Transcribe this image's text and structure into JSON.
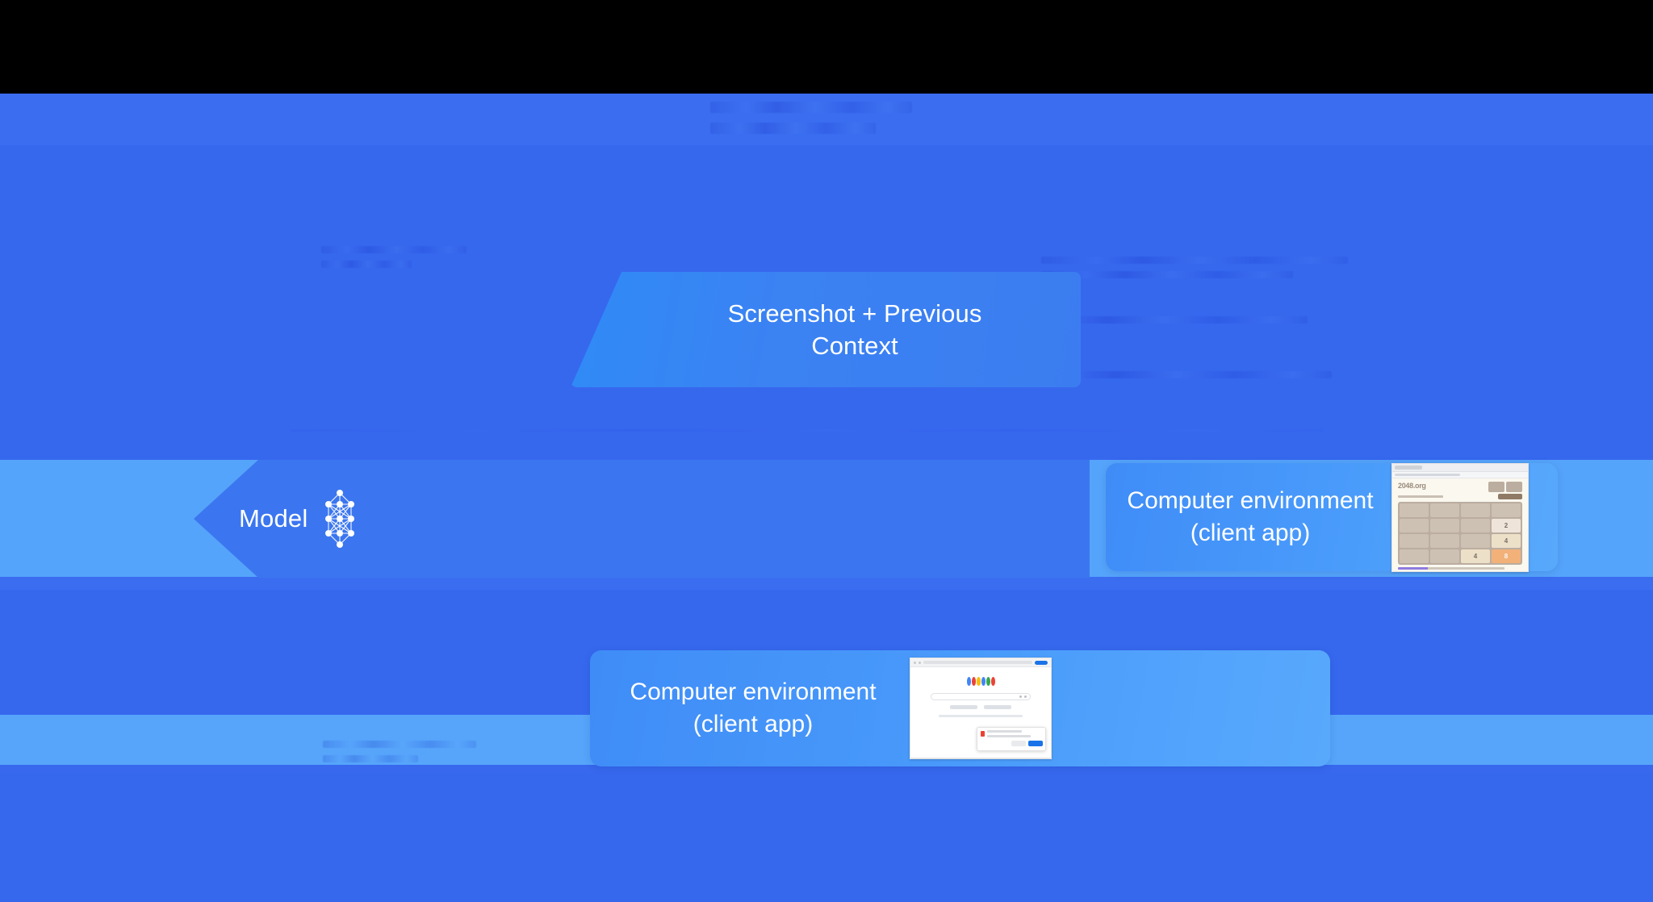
{
  "diagram": {
    "title_redacted": "[obscured heading]",
    "nodes": {
      "screenshot_context": {
        "label": "Screenshot + Previous\nContext",
        "shape": "banner-arrow",
        "color": "#3b82f3"
      },
      "model": {
        "label": "Model",
        "icon": "neural-network-icon",
        "shape": "left-pointing-arrow",
        "color": "#3b76f0"
      },
      "env_top": {
        "label": "Computer environment\n(client app)",
        "thumbnail": "2048-game-screenshot",
        "color": "#4a9cfb"
      },
      "env_bottom": {
        "label": "Computer environment\n(client app)",
        "thumbnail": "google-search-screenshot",
        "color": "#4a9cfb"
      }
    },
    "obscured_labels": [
      "[redacted text]",
      "[redacted text]",
      "[redacted text]",
      "[redacted text]",
      "[redacted text]",
      "[redacted text]"
    ],
    "colors": {
      "background_dark_blue": "#3668ee",
      "background_light_blue": "#55a4fb",
      "band_mid_blue": "#3a6df0",
      "card_blue": "#4a9cfb",
      "arrow_blue": "#3b76f0",
      "text_white": "#ffffff",
      "black_bar": "#000000"
    }
  },
  "thumbnails": {
    "game2048": {
      "site_title": "2048.org",
      "tiles": [
        [
          "",
          "",
          "",
          ""
        ],
        [
          "",
          "",
          "",
          "2"
        ],
        [
          "",
          "",
          "",
          "4"
        ],
        [
          "",
          "",
          "4",
          "8"
        ]
      ]
    },
    "google": {
      "logo": "google-logo",
      "dialog": "download-notification"
    }
  }
}
